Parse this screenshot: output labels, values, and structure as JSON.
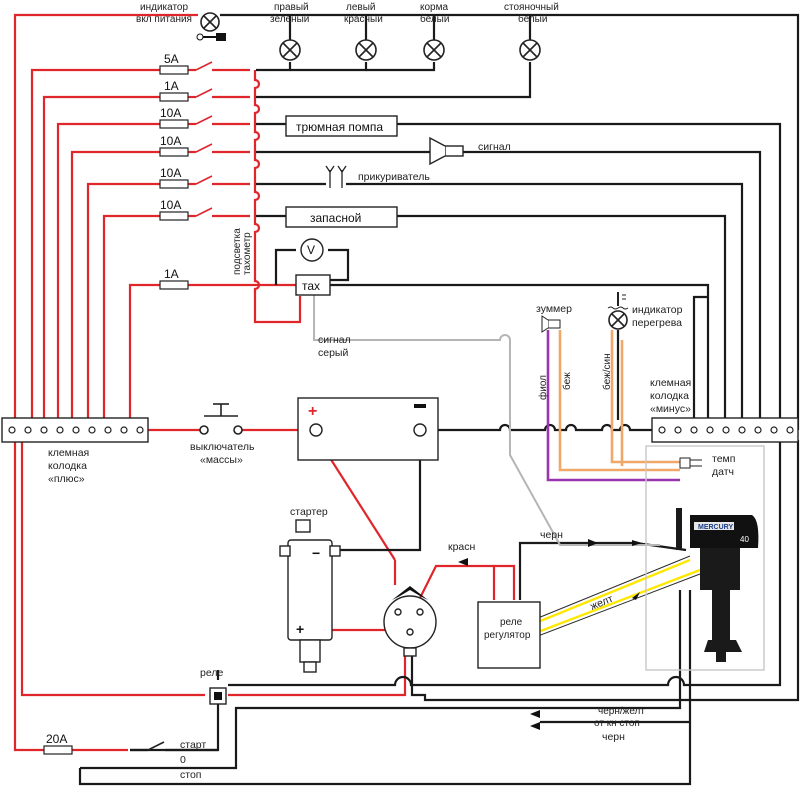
{
  "labels": {
    "power_ind_1": "индикатор",
    "power_ind_2": "вкл питания",
    "right_1": "правый",
    "right_2": "зеленый",
    "left_1": "левый",
    "left_2": "красный",
    "stern_1": "корма",
    "stern_2": "белый",
    "anchor_1": "стояночный",
    "anchor_2": "белый",
    "bilge_pump": "трюмная помпа",
    "horn": "сигнал",
    "lighter": "прикуриватель",
    "spare": "запасной",
    "tach_light_1": "подсветка",
    "tach_light_2": "тахометр",
    "voltmeter": "V",
    "tach": "тах",
    "signal_gray_1": "сигнал",
    "signal_gray_2": "серый",
    "buzzer": "зуммер",
    "overheat_1": "индикатор",
    "overheat_2": "перегрева",
    "violet": "фиол",
    "beige": "беж",
    "beige_blue": "беж/син",
    "minus_block_1": "клемная",
    "minus_block_2": "колодка",
    "minus_block_3": "«минус»",
    "plus_block_1": "клемная",
    "plus_block_2": "колодка",
    "plus_block_3": "«плюс»",
    "mass_switch_1": "выключатель",
    "mass_switch_2": "«массы»",
    "plus_sign": "+",
    "minus_sign": "−",
    "temp_sensor_1": "темп",
    "temp_sensor_2": "датч",
    "starter": "стартер",
    "red_wire": "красн",
    "black_wire": "черн",
    "yellow_wire": "желт",
    "regulator_1": "реле",
    "regulator_2": "регулятор",
    "relay": "реле",
    "black_yellow": "черн/желт",
    "from_stop": "от кн стоп",
    "black_bottom": "черн",
    "start": "старт",
    "zero": "0",
    "stop": "стоп",
    "engine_brand": "MERCURY",
    "engine_hp": "40"
  },
  "fuses": {
    "f1": "5A",
    "f2": "1A",
    "f3": "10A",
    "f4": "10A",
    "f5": "10A",
    "f6": "10A",
    "f7": "1A",
    "main": "20A"
  },
  "colors": {
    "red": "#e0252b",
    "black": "#1a1a1a",
    "gray": "#b5b5b5",
    "orange": "#f0a868",
    "violet": "#9a35b0",
    "yellow": "#ffe800"
  }
}
